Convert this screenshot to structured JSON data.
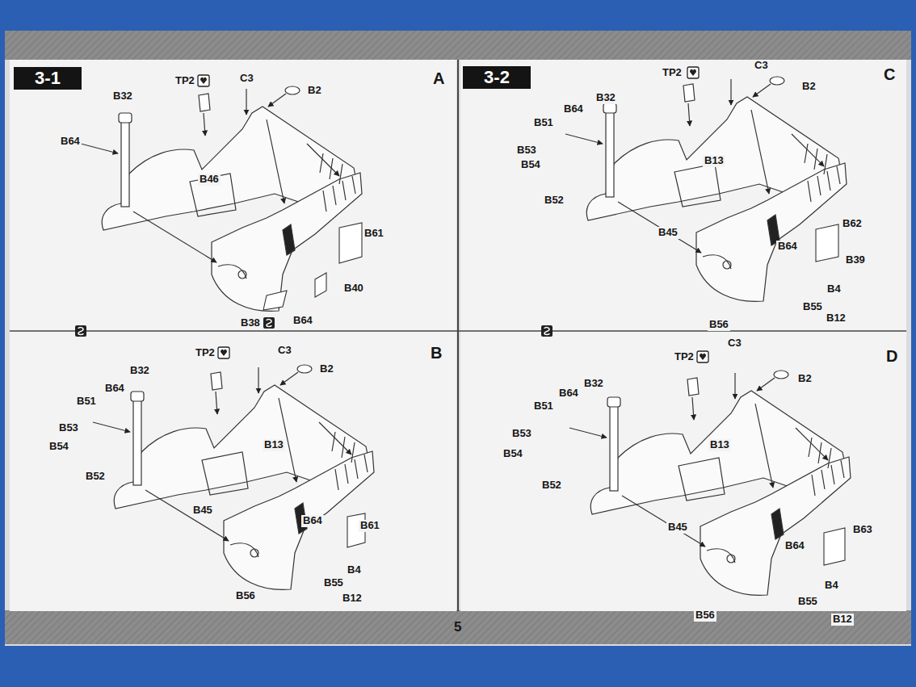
{
  "diagram": {
    "nodes": [
      {
        "text": [
          "3-1"
        ]
      },
      {
        "text": [
          "3-2"
        ]
      }
    ],
    "labels": [
      "A",
      "TP2",
      "C3",
      "B2",
      "B32",
      "B64",
      "B46",
      "B61",
      "B40",
      "B38",
      "B64",
      "C",
      "TP2",
      "C3",
      "B2",
      "B64",
      "B32",
      "B51",
      "B53",
      "B54",
      "B52",
      "B13",
      "B45",
      "B62",
      "B64",
      "B39",
      "B4",
      "B55",
      "B56",
      "B12",
      "B",
      "TP2",
      "C3",
      "B2",
      "B51",
      "B64",
      "B32",
      "B53",
      "B54",
      "B52",
      "B13",
      "B45",
      "B64",
      "B61",
      "B4",
      "B55",
      "B56",
      "B12",
      "D",
      "B32",
      "TP2",
      "C3",
      "B2",
      "B51",
      "B64",
      "B53",
      "B54",
      "B52",
      "B13",
      "B45",
      "B63",
      "B64",
      "B4",
      "B55",
      "B56",
      "B12",
      "5"
    ]
  }
}
